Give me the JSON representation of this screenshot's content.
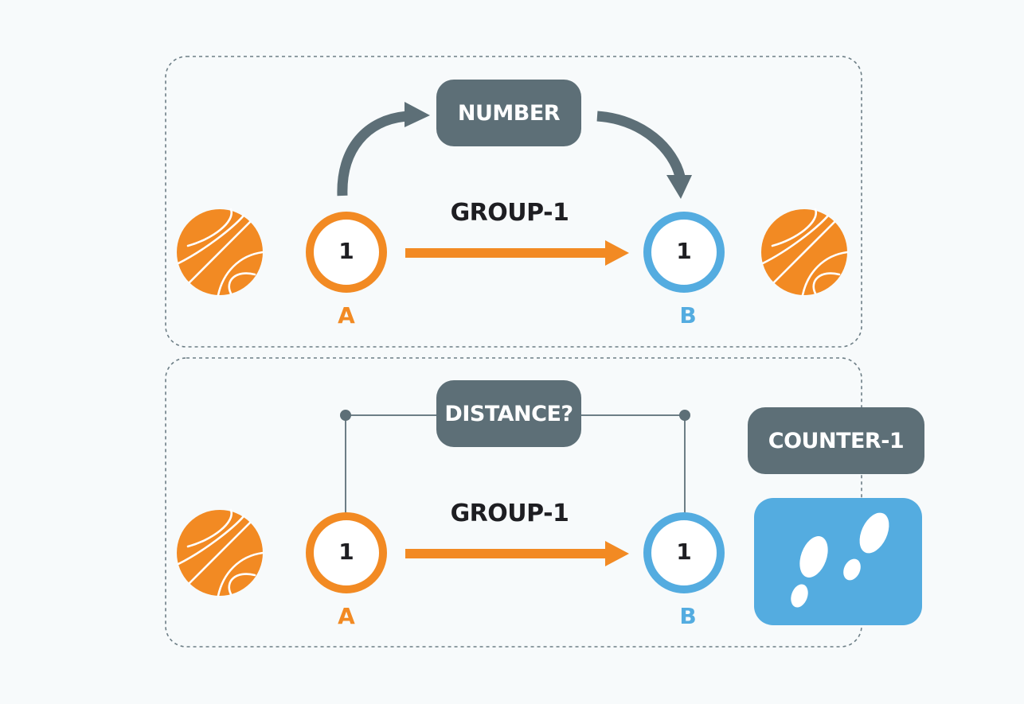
{
  "colors": {
    "orange": "#f28a23",
    "blue": "#54ace0",
    "slate": "#5d6f77",
    "text_dark": "#1e1e22",
    "panel_border": "#6d7e86"
  },
  "panel_top": {
    "number_tag": "NUMBER",
    "group_label": "GROUP-1",
    "node_a": {
      "value": "1",
      "letter": "A"
    },
    "node_b": {
      "value": "1",
      "letter": "B"
    },
    "left_icon": "basketball-icon",
    "right_icon": "basketball-icon"
  },
  "panel_bottom": {
    "distance_tag": "DISTANCE?",
    "group_label": "GROUP-1",
    "node_a": {
      "value": "1",
      "letter": "A"
    },
    "node_b": {
      "value": "1",
      "letter": "B"
    },
    "left_icon": "basketball-icon"
  },
  "counter": {
    "label": "COUNTER-1",
    "icon": "footprints-icon"
  }
}
